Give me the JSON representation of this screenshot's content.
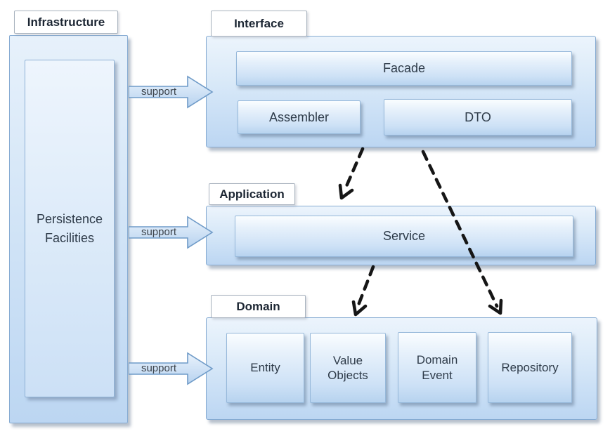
{
  "layers": {
    "infrastructure": {
      "label": "Infrastructure",
      "box_label": "Persistence Facilities"
    },
    "interface": {
      "label": "Interface",
      "facade": "Facade",
      "assembler": "Assembler",
      "dto": "DTO"
    },
    "application": {
      "label": "Application",
      "service": "Service"
    },
    "domain": {
      "label": "Domain",
      "entity": "Entity",
      "value_objects": "Value Objects",
      "domain_event": "Domain Event",
      "repository": "Repository"
    }
  },
  "support_arrows": [
    {
      "label": "support"
    },
    {
      "label": "support"
    },
    {
      "label": "support"
    }
  ],
  "colors": {
    "panel_border": "#86abd2",
    "panel_fill_top": "#ecf4fc",
    "panel_fill_bottom": "#bcd6f2",
    "label_text": "#1c2633",
    "box_text": "#2e3b49",
    "dashed_arrow": "#161616",
    "support_fill": "#cfe2f6",
    "support_border": "#6f9bc8"
  }
}
